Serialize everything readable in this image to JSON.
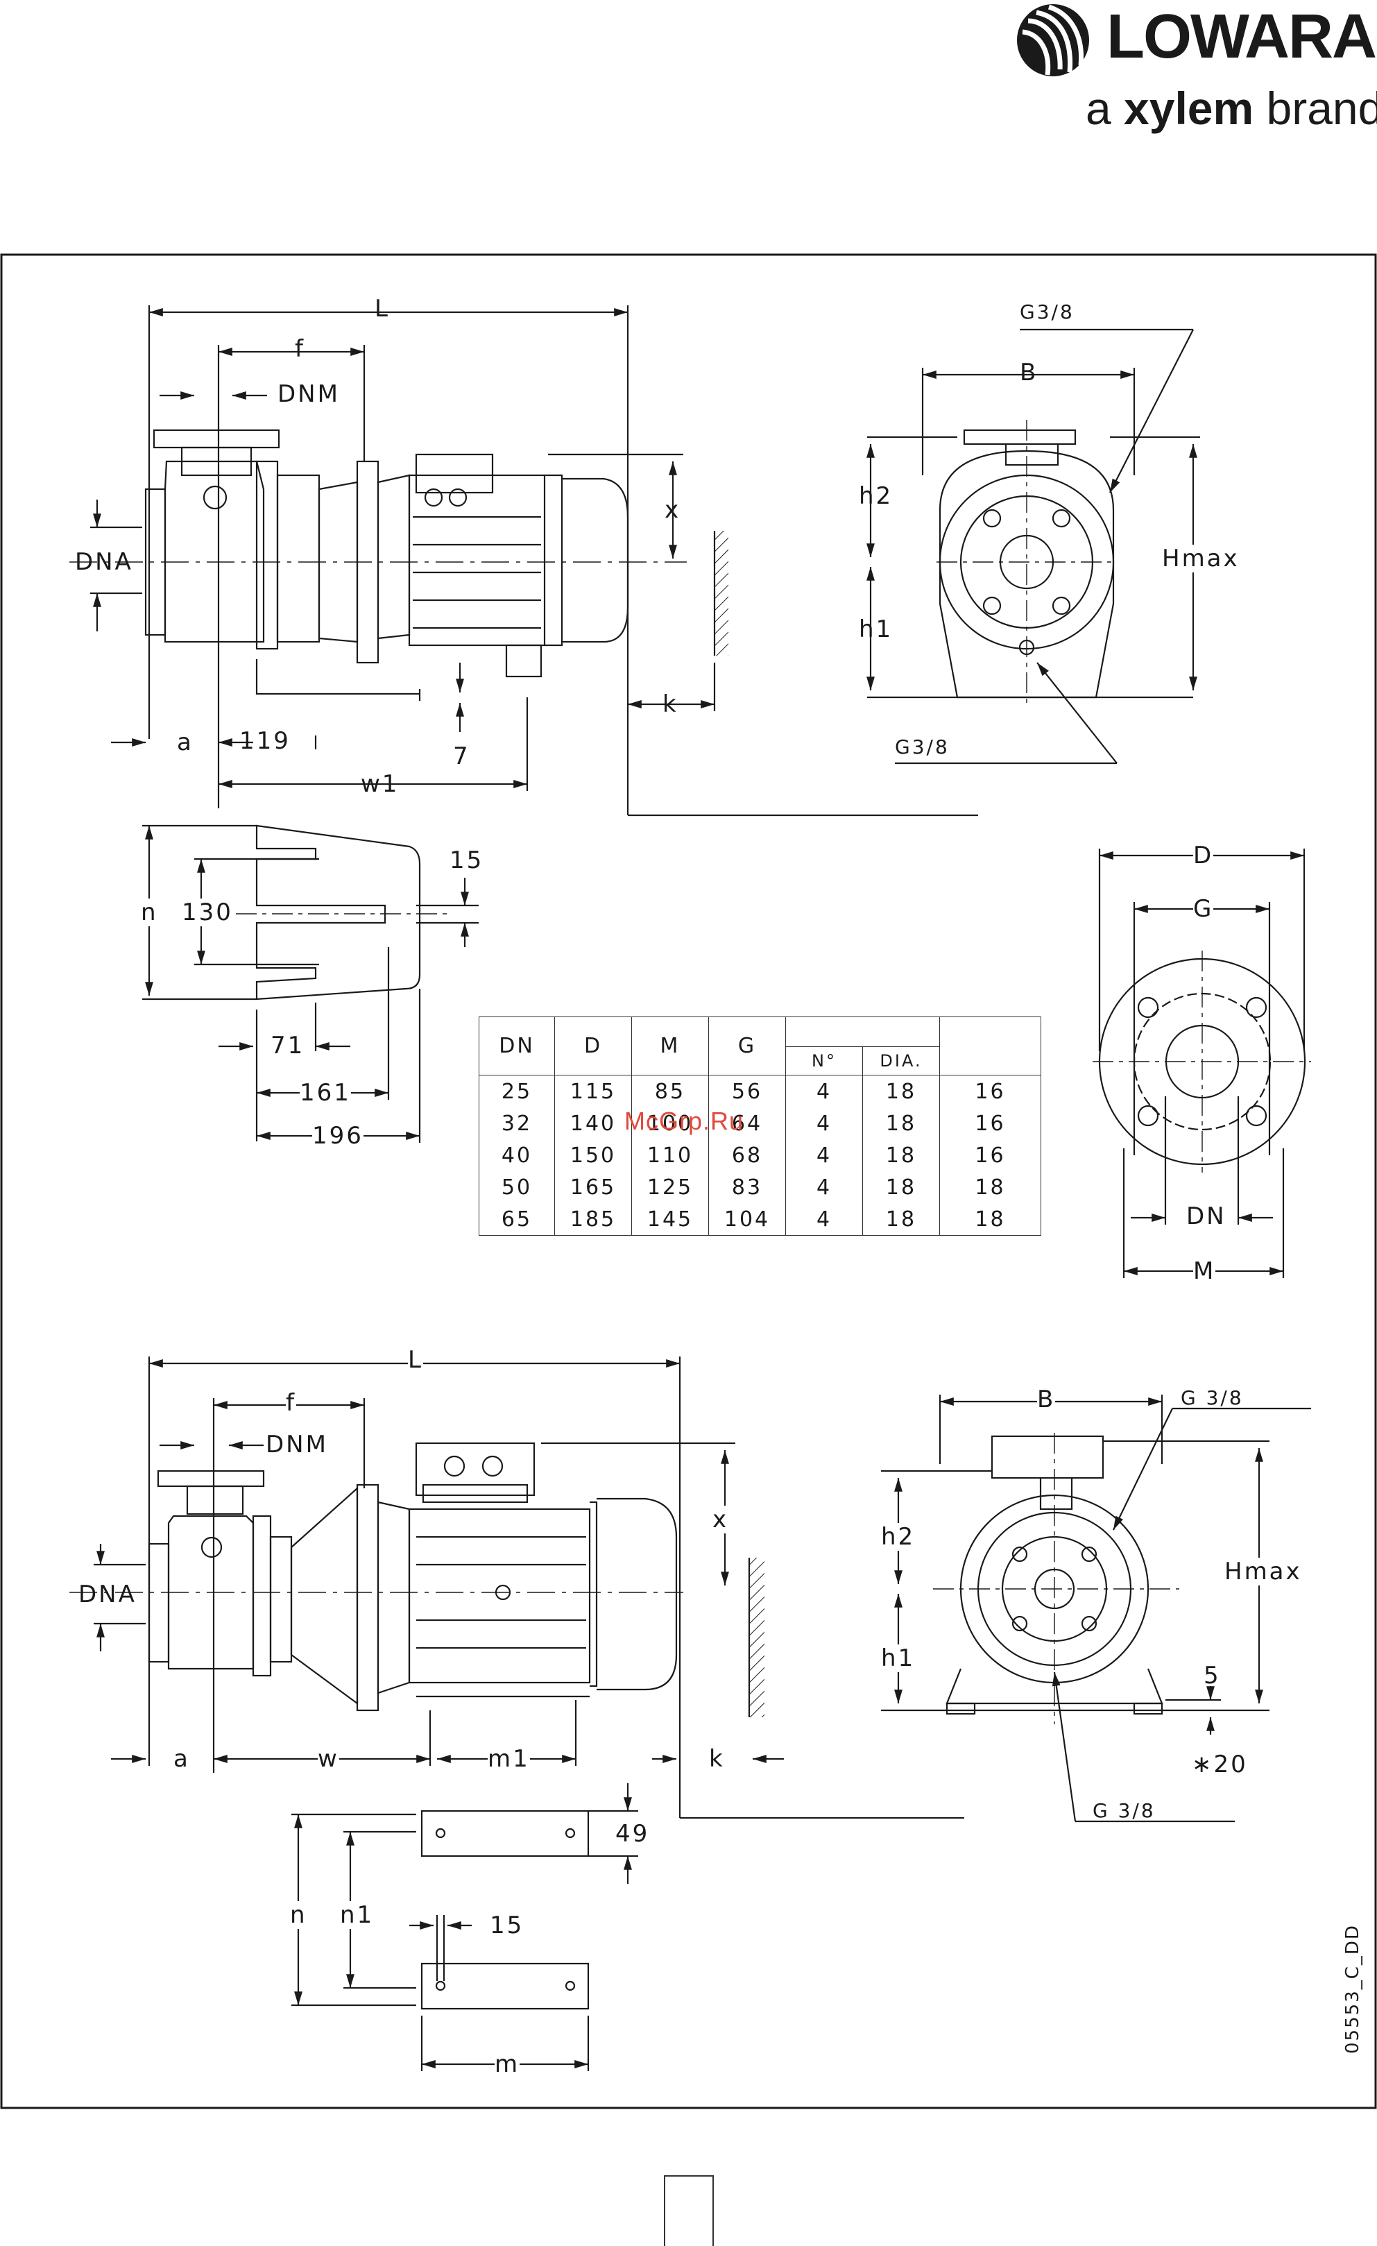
{
  "brand": {
    "name": "LOWARA",
    "tagline_prefix": "a ",
    "tagline_bold": "xylem",
    "tagline_suffix": " brand",
    "color": "#1a1a1a"
  },
  "watermark": {
    "text": "McGrp.Ru",
    "color": "#e04a3a"
  },
  "drawing_code": "05553_C_DD",
  "top_side": {
    "L": "L",
    "f": "f",
    "DNM": "DNM",
    "DNA": "DNA",
    "x": "x",
    "k": "k",
    "a": "a",
    "d119": "119",
    "d7": "7",
    "w1": "w1"
  },
  "top_front": {
    "G38_top": "G3/8",
    "B": "B",
    "h2": "h2",
    "h1": "h1",
    "Hmax": "Hmax",
    "G38_bottom": "G3/8"
  },
  "foot_plate": {
    "n": "n",
    "d130": "130",
    "d15": "15",
    "d71": "71",
    "d161": "161",
    "d196": "196"
  },
  "flange": {
    "D": "D",
    "G": "G",
    "DN": "DN",
    "M": "M"
  },
  "table": {
    "headers": [
      "DN",
      "D",
      "M",
      "G"
    ],
    "sub_headers": [
      "N°",
      "DIA."
    ],
    "rows": [
      [
        "25",
        "115",
        "85",
        "56",
        "4",
        "18",
        "16"
      ],
      [
        "32",
        "140",
        "100",
        "64",
        "4",
        "18",
        "16"
      ],
      [
        "40",
        "150",
        "110",
        "68",
        "4",
        "18",
        "16"
      ],
      [
        "50",
        "165",
        "125",
        "83",
        "4",
        "18",
        "18"
      ],
      [
        "65",
        "185",
        "145",
        "104",
        "4",
        "18",
        "18"
      ]
    ]
  },
  "bottom_side": {
    "L": "L",
    "f": "f",
    "DNM": "DNM",
    "DNA": "DNA",
    "x": "x",
    "k": "k",
    "a": "a",
    "w": "w",
    "m1": "m1"
  },
  "bottom_front": {
    "B": "B",
    "G38_top": "G 3/8",
    "h2": "h2",
    "h1": "h1",
    "Hmax": "Hmax",
    "d5": "5",
    "d20": "∗20",
    "G38_bottom": "G 3/8"
  },
  "feet": {
    "d49": "49",
    "n": "n",
    "n1": "n1",
    "d15": "15",
    "m": "m"
  }
}
